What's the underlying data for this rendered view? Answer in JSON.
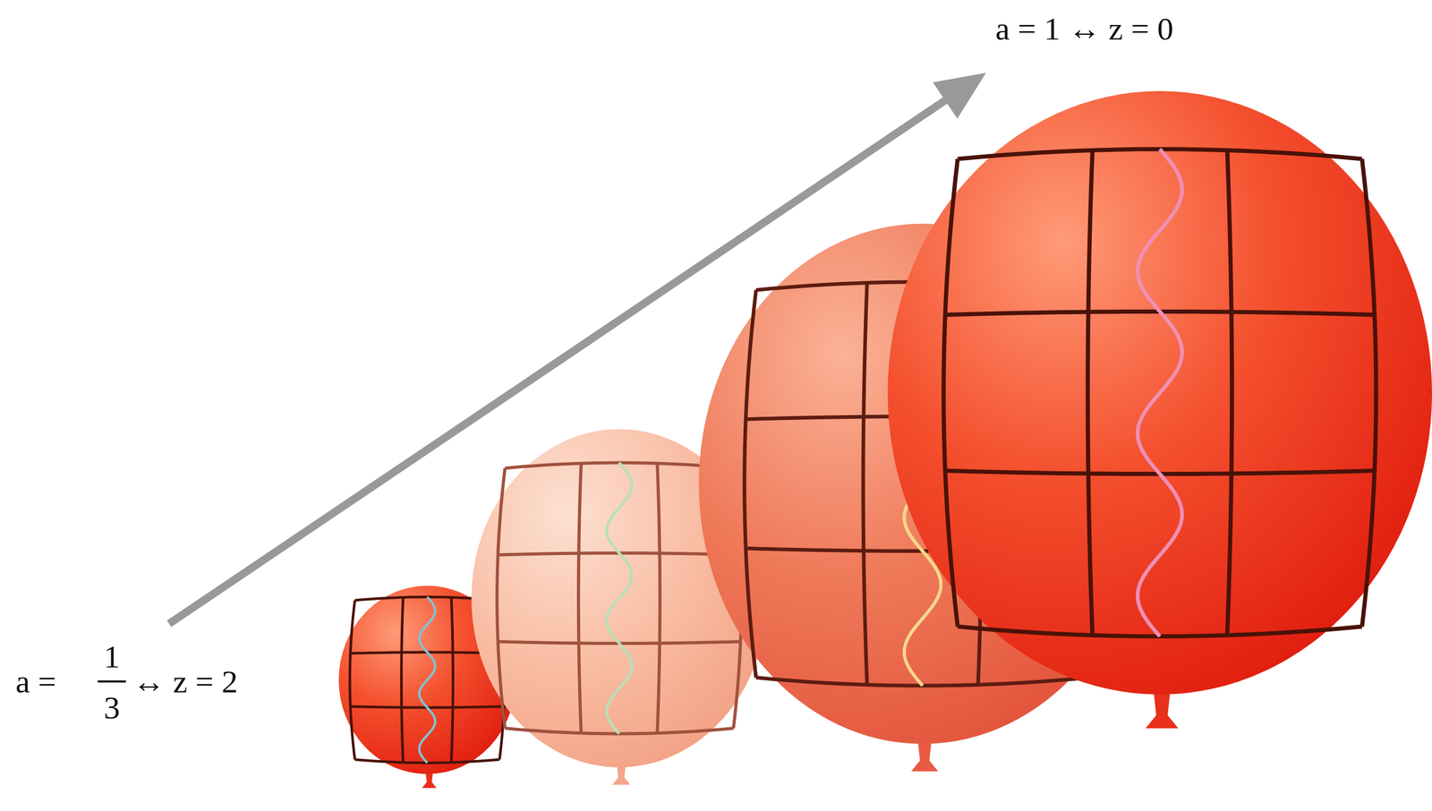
{
  "diagram": {
    "labels": [
      "a =",
      "1",
      "3",
      "↔ z = 2",
      "a = 1 ↔ z = 0"
    ]
  }
}
